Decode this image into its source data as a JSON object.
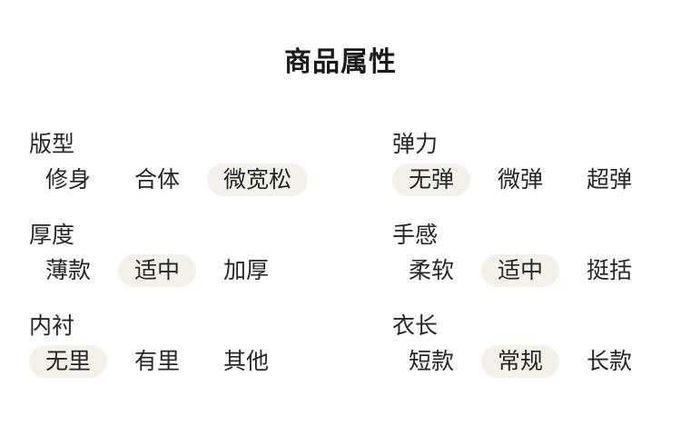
{
  "page": {
    "title": "商品属性"
  },
  "colors": {
    "background": "#ffffff",
    "text": "#262626",
    "title_text": "#1a1a1a",
    "selected_pill_bg": "#f4f1e9"
  },
  "groups": [
    {
      "label": "版型",
      "options": [
        {
          "label": "修身",
          "selected": false
        },
        {
          "label": "合体",
          "selected": false
        },
        {
          "label": "微宽松",
          "selected": true
        }
      ]
    },
    {
      "label": "弹力",
      "options": [
        {
          "label": "无弹",
          "selected": true
        },
        {
          "label": "微弹",
          "selected": false
        },
        {
          "label": "超弹",
          "selected": false
        }
      ]
    },
    {
      "label": "厚度",
      "options": [
        {
          "label": "薄款",
          "selected": false
        },
        {
          "label": "适中",
          "selected": true
        },
        {
          "label": "加厚",
          "selected": false
        }
      ]
    },
    {
      "label": "手感",
      "options": [
        {
          "label": "柔软",
          "selected": false
        },
        {
          "label": "适中",
          "selected": true
        },
        {
          "label": "挺括",
          "selected": false
        }
      ]
    },
    {
      "label": "内衬",
      "options": [
        {
          "label": "无里",
          "selected": true
        },
        {
          "label": "有里",
          "selected": false
        },
        {
          "label": "其他",
          "selected": false
        }
      ]
    },
    {
      "label": "衣长",
      "options": [
        {
          "label": "短款",
          "selected": false
        },
        {
          "label": "常规",
          "selected": true
        },
        {
          "label": "长款",
          "selected": false
        }
      ]
    }
  ]
}
